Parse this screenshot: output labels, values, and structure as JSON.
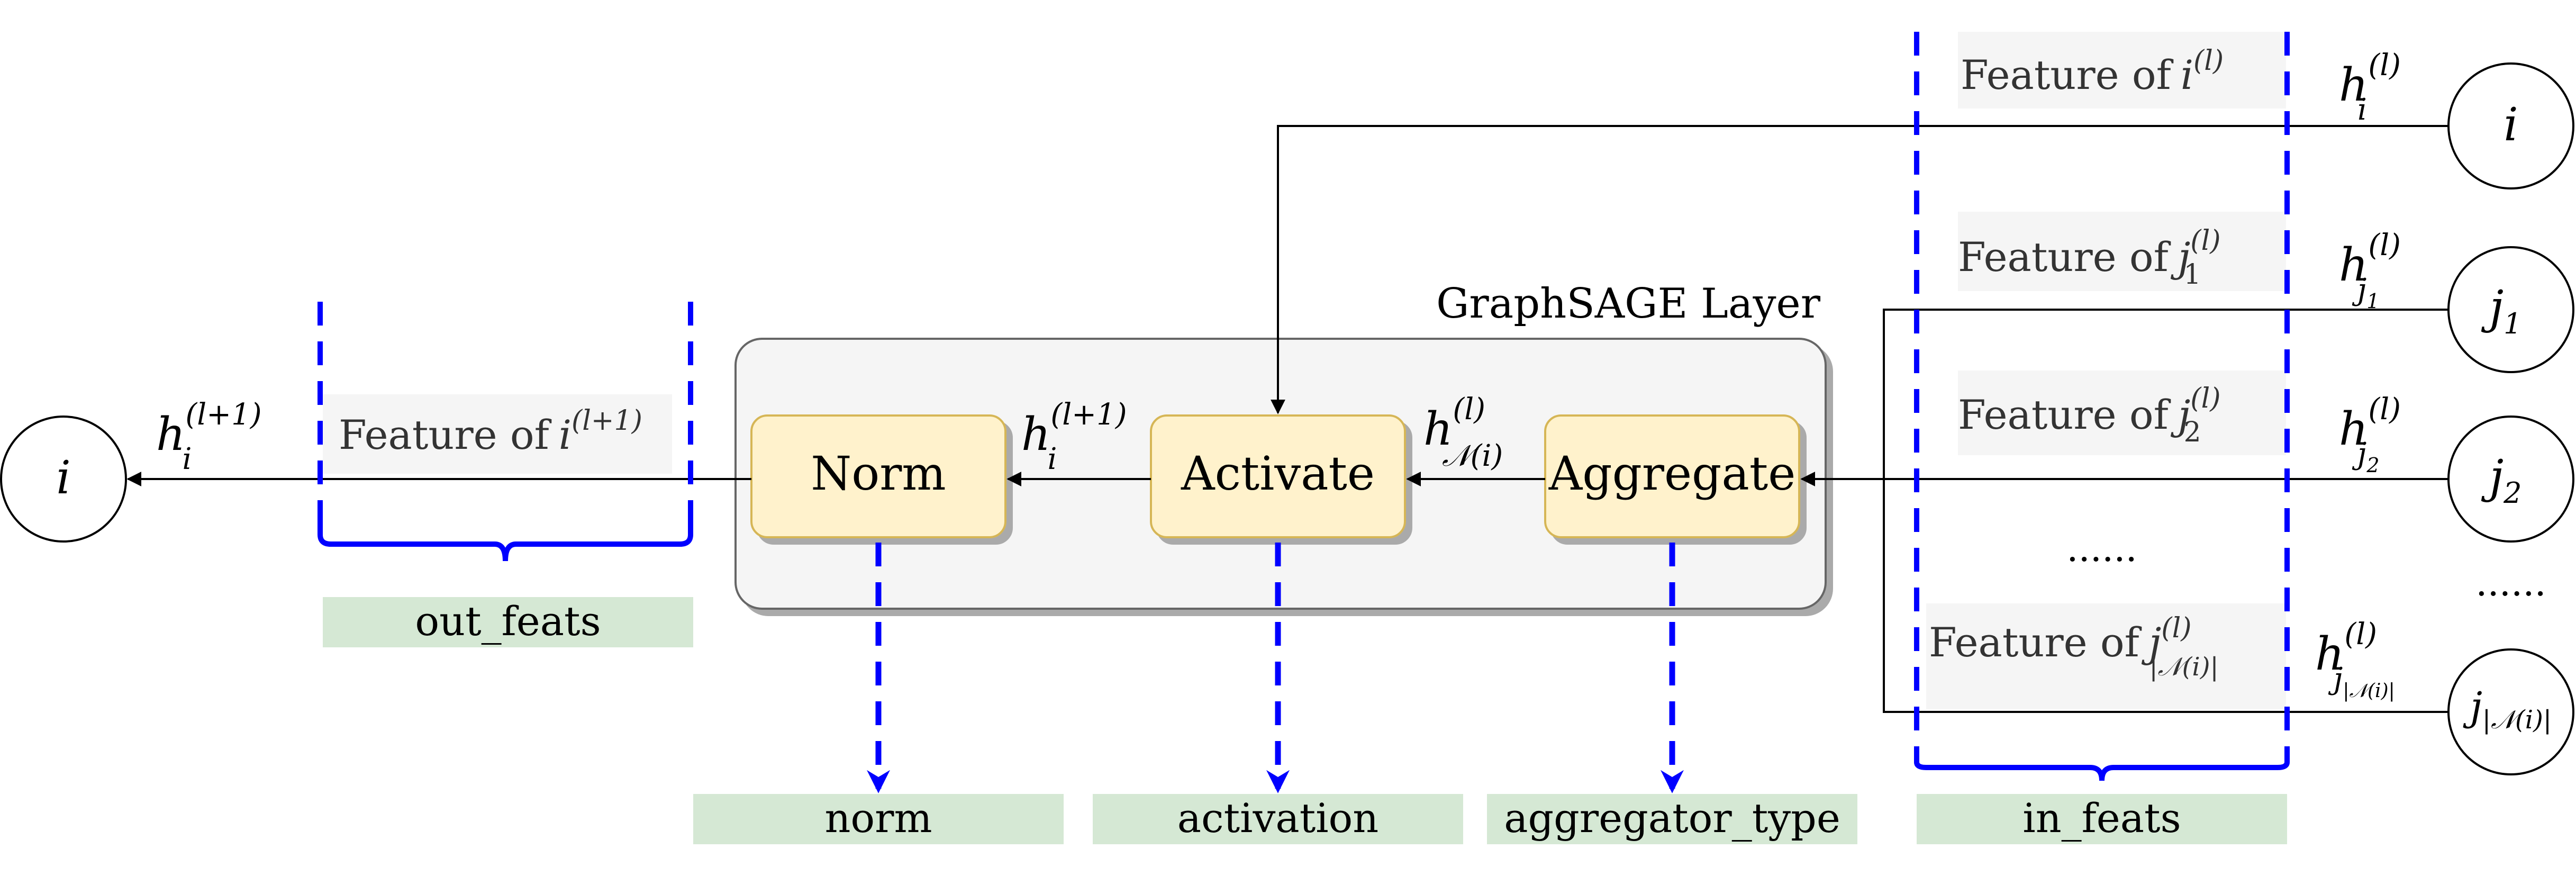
{
  "layer_title": "GraphSAGE  Layer",
  "blocks": {
    "norm": "Norm",
    "activate": "Activate",
    "aggregate": "Aggregate"
  },
  "parameters": {
    "out_feats": "out_feats",
    "norm": "norm",
    "activation": "activation",
    "aggregator_type": "aggregator_type",
    "in_feats": "in_feats"
  },
  "feature_labels": {
    "prefix": "Feature of",
    "i_l": "i",
    "j1": "j",
    "j2": "j",
    "jN": "j",
    "i_l1": "i",
    "ellipsis": "......"
  },
  "nodes": {
    "i_right": "i",
    "j1": "j",
    "j2": "j",
    "jN": "j",
    "ellipsis": "......",
    "i_left": "i"
  },
  "math": {
    "h": "h",
    "sup_l": "(l)",
    "sup_l1": "(l+1)",
    "sub_i": "i",
    "sub_j1": "j",
    "sub_j2": "j",
    "sub_1": "1",
    "sub_2": "2",
    "sub_N": "𝒩(i)",
    "sub_jN": "|𝒩(i)|"
  },
  "colors": {
    "block_fill": "#FFF2CC",
    "block_stroke": "#D6B656",
    "layer_fill": "#F5F5F5",
    "param_fill": "#D5E8D4",
    "label_fill": "#F5F5F5",
    "dashed_blue": "#0000FF"
  }
}
